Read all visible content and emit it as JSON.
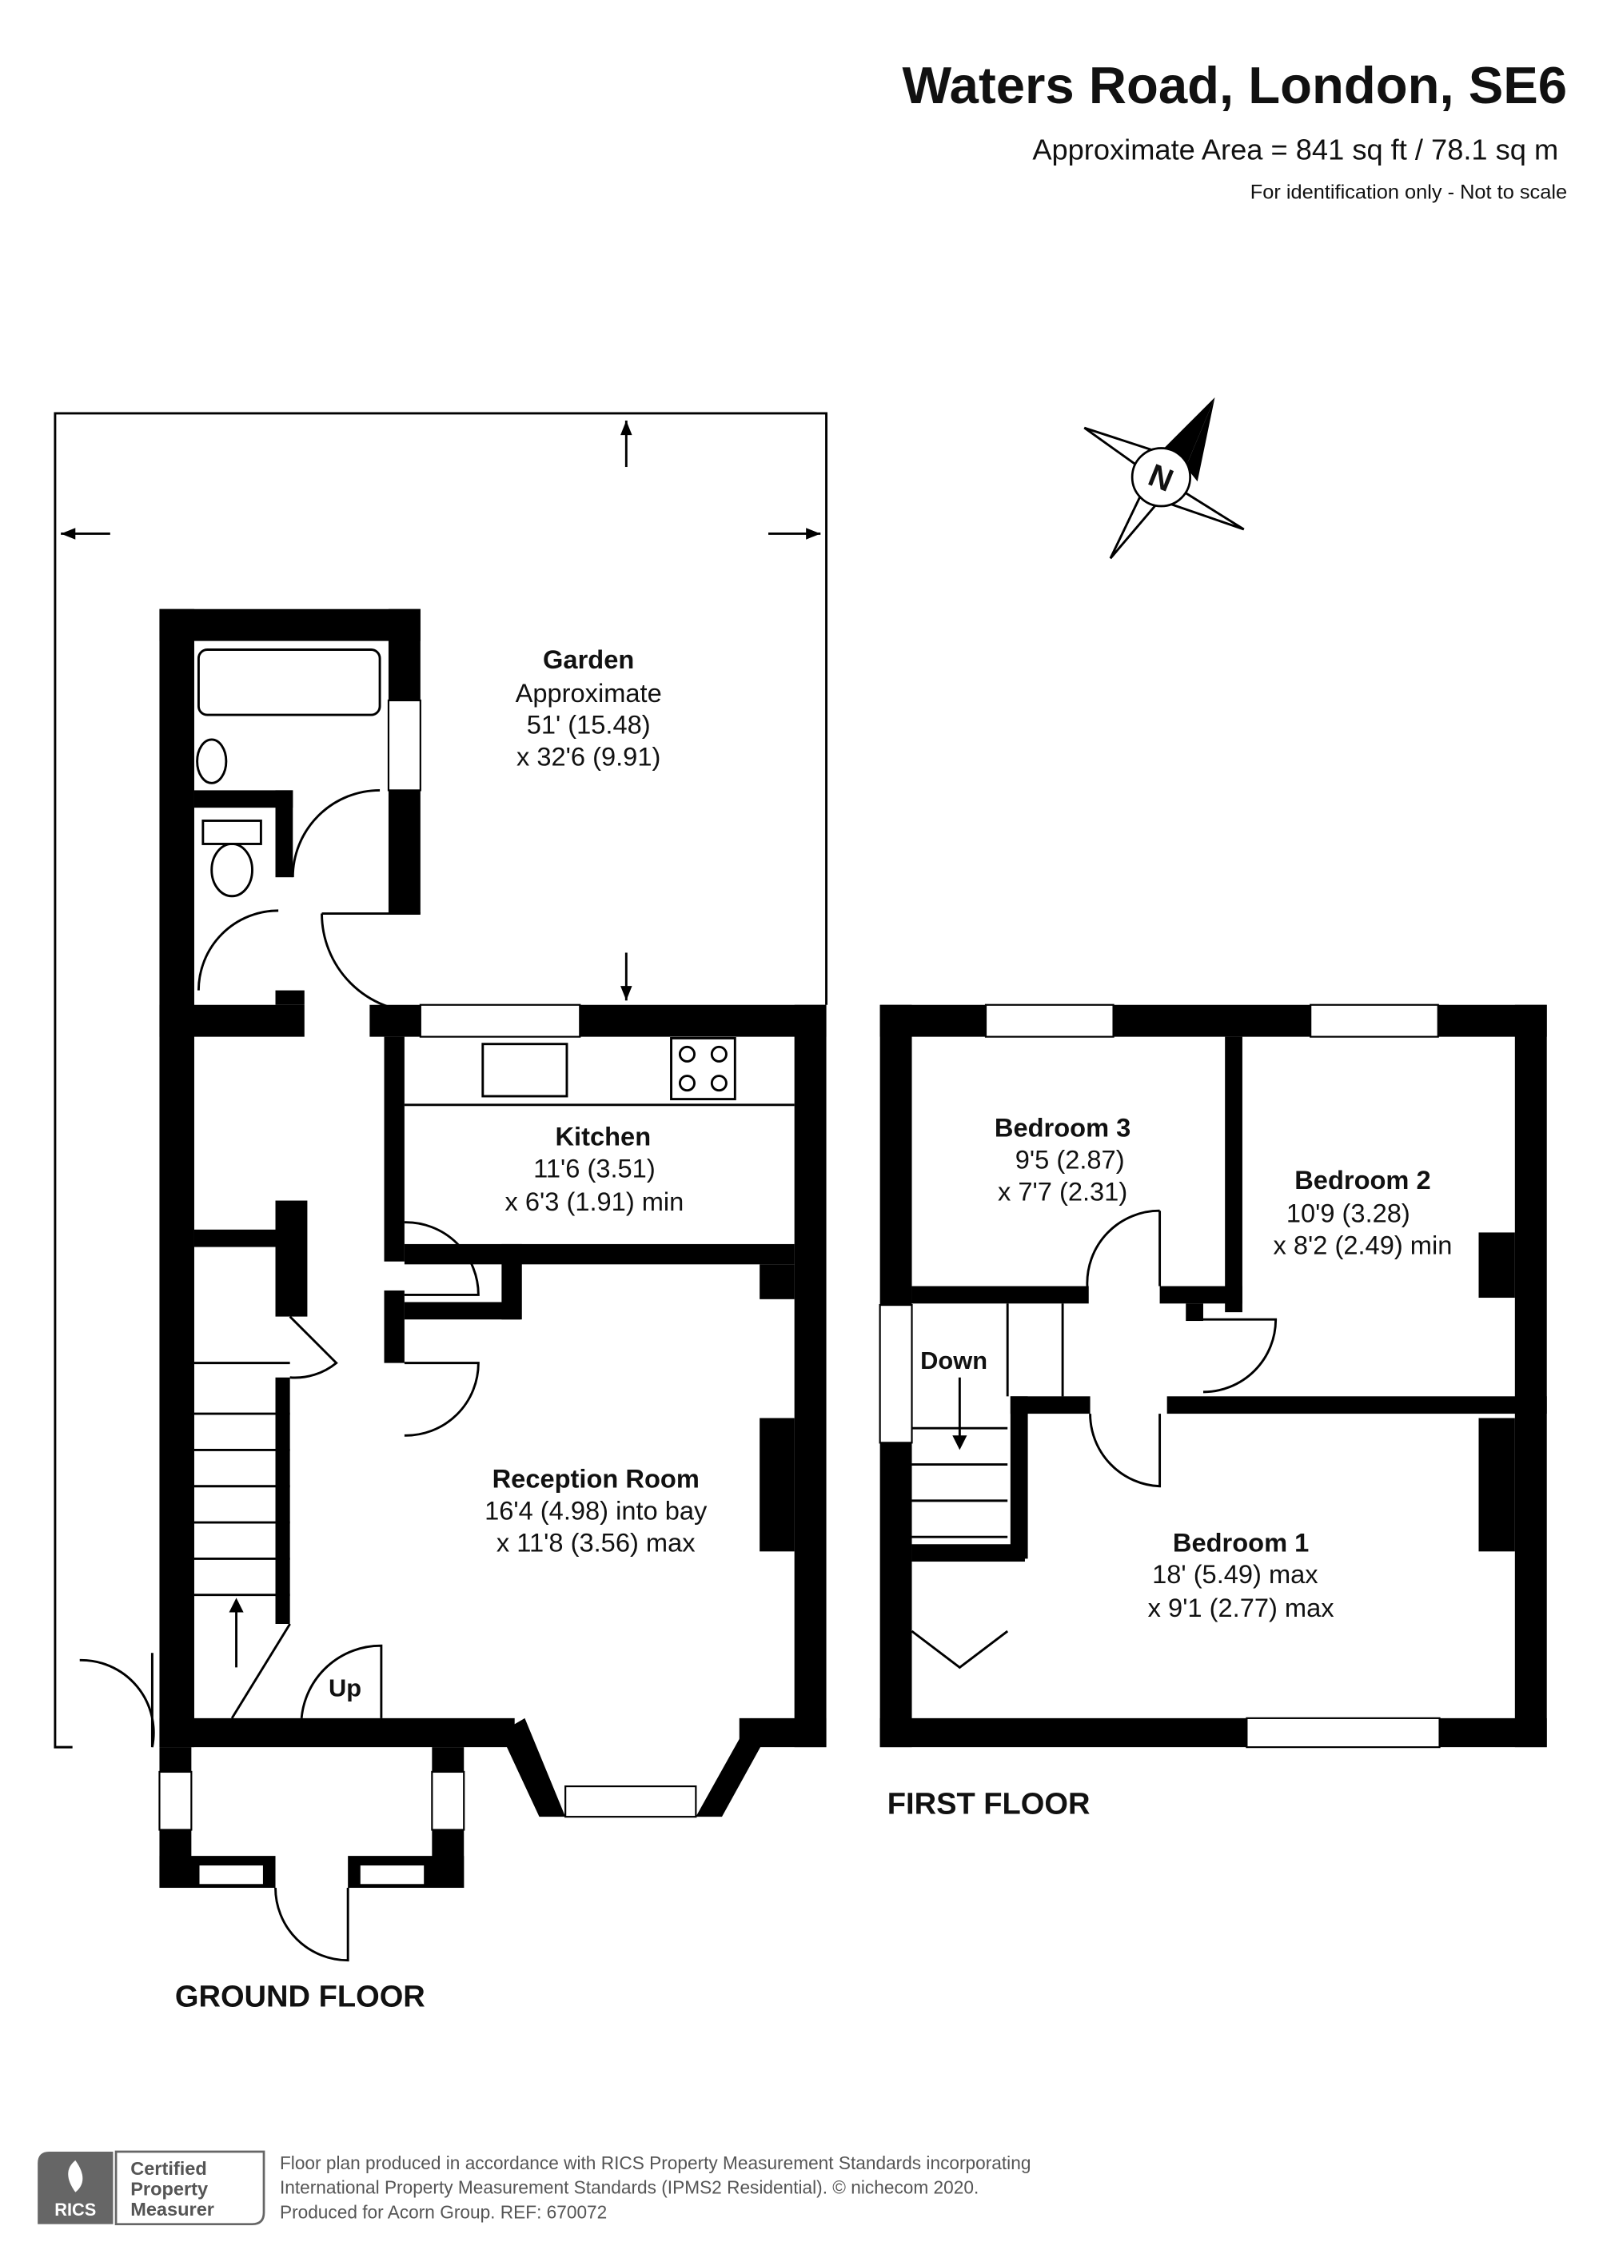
{
  "header": {
    "title": "Waters Road, London, SE6",
    "area": "Approximate Area = 841 sq ft / 78.1 sq m",
    "disclaimer": "For identification only - Not to scale"
  },
  "ground_floor": {
    "label": "GROUND FLOOR",
    "stairs_label": "Up",
    "rooms": [
      {
        "name": "Garden",
        "lines": [
          "Approximate",
          "51' (15.48)",
          "x 32'6 (9.91)"
        ]
      },
      {
        "name": "Kitchen",
        "lines": [
          "11'6 (3.51)",
          "x 6'3 (1.91) min"
        ]
      },
      {
        "name": "Reception Room",
        "lines": [
          "16'4 (4.98) into bay",
          "x 11'8 (3.56) max"
        ]
      }
    ]
  },
  "first_floor": {
    "label": "FIRST FLOOR",
    "stairs_label": "Down",
    "rooms": [
      {
        "name": "Bedroom 3",
        "lines": [
          "9'5 (2.87)",
          "x 7'7 (2.31)"
        ]
      },
      {
        "name": "Bedroom 2",
        "lines": [
          "10'9 (3.28)",
          "x 8'2 (2.49) min"
        ]
      },
      {
        "name": "Bedroom 1",
        "lines": [
          "18' (5.49) max",
          "x 9'1 (2.77) max"
        ]
      }
    ]
  },
  "compass": {
    "label": "N"
  },
  "footer": {
    "badge_brand": "RICS",
    "badge_lines": [
      "Certified",
      "Property",
      "Measurer"
    ],
    "lines": [
      "Floor plan produced in accordance with RICS Property Measurement Standards incorporating",
      "International Property Measurement Standards (IPMS2 Residential).   © nichecom 2020.",
      "Produced for Acorn Group.   REF:  670072"
    ]
  }
}
